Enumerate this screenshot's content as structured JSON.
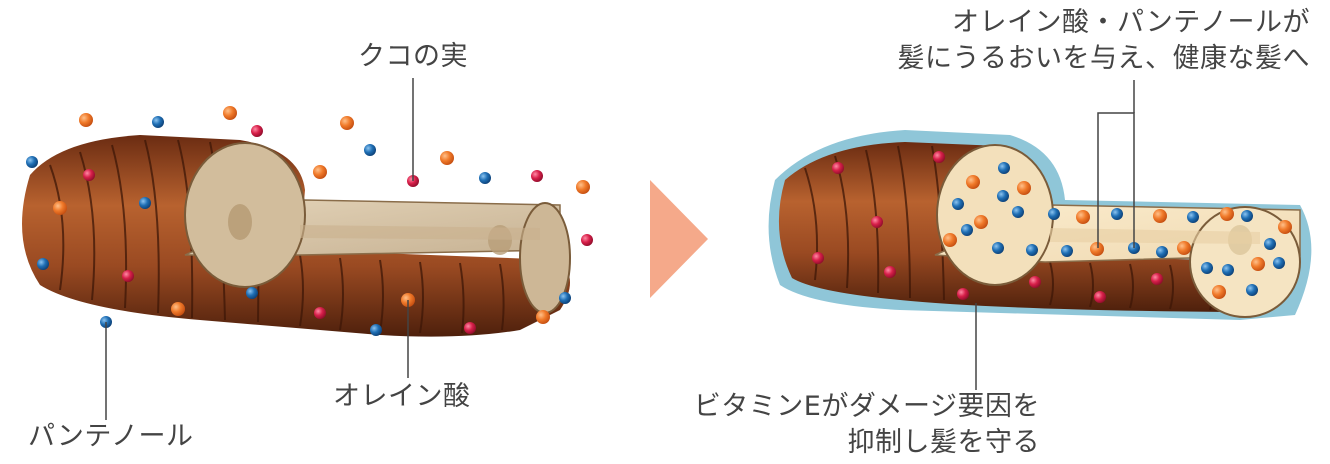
{
  "labels": {
    "goji": "クコの実",
    "oleic": "オレイン酸",
    "panthenol": "パンテノール",
    "right_top_line1": "オレイン酸・パンテノールが",
    "right_top_line2": "髪にうるおいを与え、健康な髪へ",
    "right_bottom_line1": "ビタミンEがダメージ要因を",
    "right_bottom_line2": "抑制し髪を守る"
  },
  "colors": {
    "orange_particle": "#f07a2a",
    "blue_particle": "#1f6fb5",
    "red_particle": "#d8204a",
    "hair_brown": "#9a4a25",
    "hair_dark": "#5a2410",
    "cortex": "#d7c5a8",
    "cortex_filled": "#f6e6c6",
    "coating": "#8fc6d8",
    "arrow": "#f5a98a",
    "leader_line": "#444444"
  }
}
